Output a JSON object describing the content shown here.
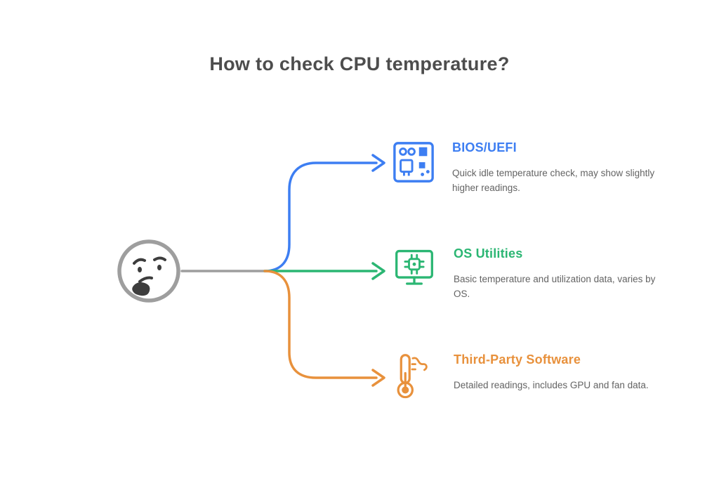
{
  "title": "How to check CPU temperature?",
  "colors": {
    "title": "#4d4d4d",
    "description": "#636363",
    "connector_gray": "#9e9e9e",
    "face_outline": "#9e9e9e",
    "face_features": "#3d3d3d",
    "background": "#ffffff"
  },
  "root": {
    "icon": "thinking-face-icon"
  },
  "branches": [
    {
      "id": "bios",
      "icon": "motherboard-icon",
      "label": "BIOS/UEFI",
      "description": "Quick idle temperature check, may show slightly higher readings.",
      "color": "#3d7ef2"
    },
    {
      "id": "os-utilities",
      "icon": "monitor-cpu-icon",
      "label": "OS Utilities",
      "description": "Basic temperature and utilization data, varies by OS.",
      "color": "#2bb673"
    },
    {
      "id": "third-party",
      "icon": "thermometer-icon",
      "label": "Third-Party Software",
      "description": "Detailed readings, includes GPU and fan data.",
      "color": "#e8913c"
    }
  ]
}
